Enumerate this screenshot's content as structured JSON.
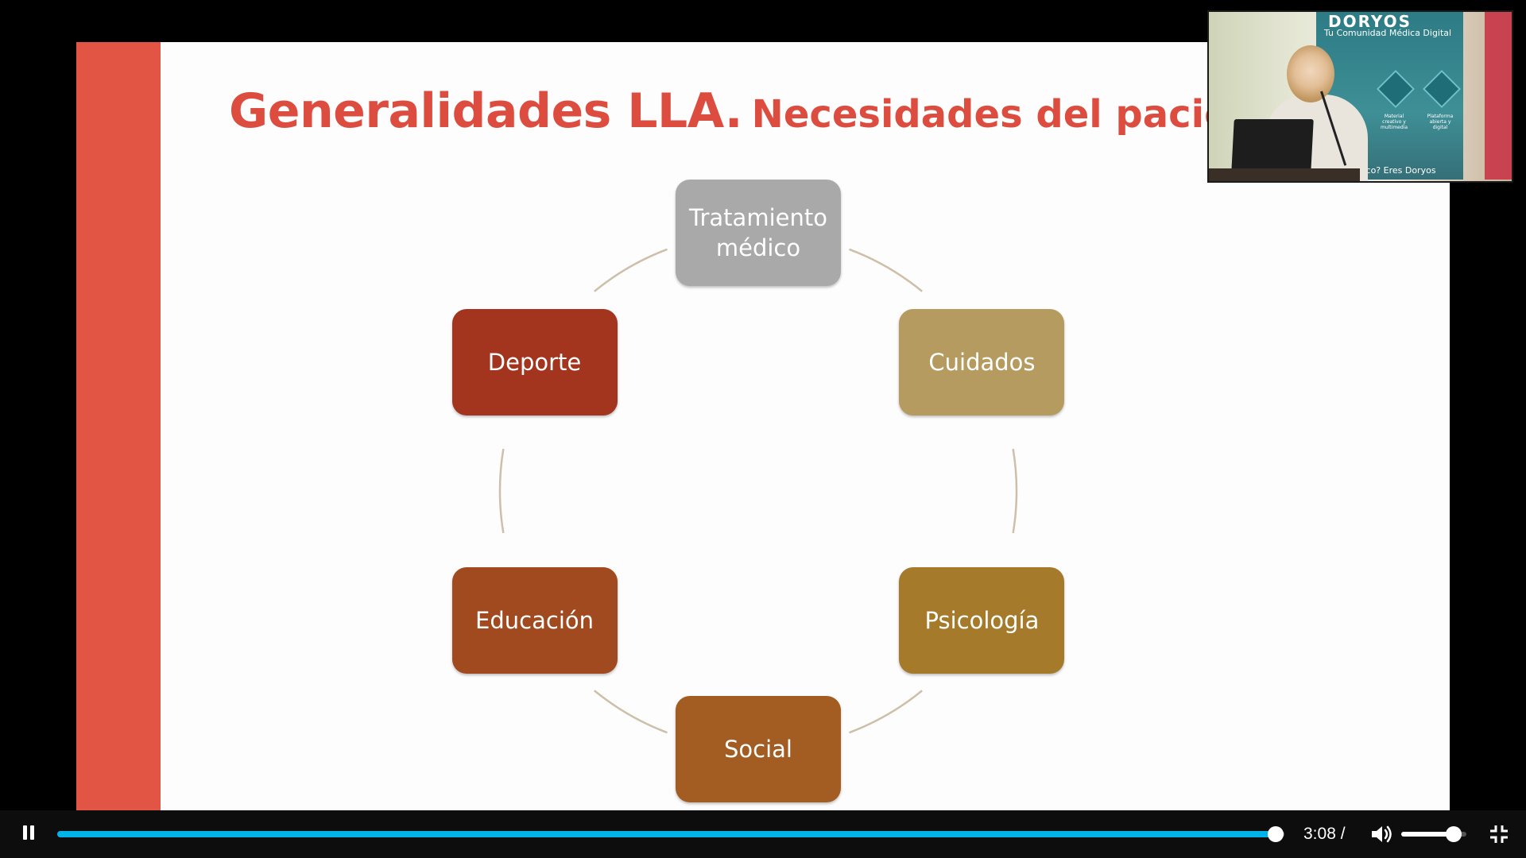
{
  "slide": {
    "title_main": "Generalidades LLA.",
    "title_sub": "Necesidades del paciente",
    "nodes": [
      {
        "label": "Tratamiento médico",
        "color": "#a9a9a9"
      },
      {
        "label": "Cuidados",
        "color": "#b59b5f"
      },
      {
        "label": "Psicología",
        "color": "#a67a2b"
      },
      {
        "label": "Social",
        "color": "#a35d22"
      },
      {
        "label": "Educación",
        "color": "#a24a1f"
      },
      {
        "label": "Deporte",
        "color": "#a3341d"
      }
    ],
    "accent_color": "#e25444",
    "title_color": "#dc4d3f"
  },
  "pip": {
    "brand": "DORYOS",
    "brand_subtitle": "Tu Comunidad Médica Digital",
    "icon_captions": [
      "Material creativo y multimedia",
      "Plataforma abierta y digital"
    ],
    "bottom_text": "médico? Eres Doryos"
  },
  "player": {
    "progress": 0.993,
    "time": "3:08 /",
    "volume": 0.8,
    "accent_color": "#00b3e6",
    "icons": {
      "play_pause": "pause-icon",
      "volume": "volume-icon",
      "fullscreen": "exit-fullscreen-icon"
    }
  }
}
